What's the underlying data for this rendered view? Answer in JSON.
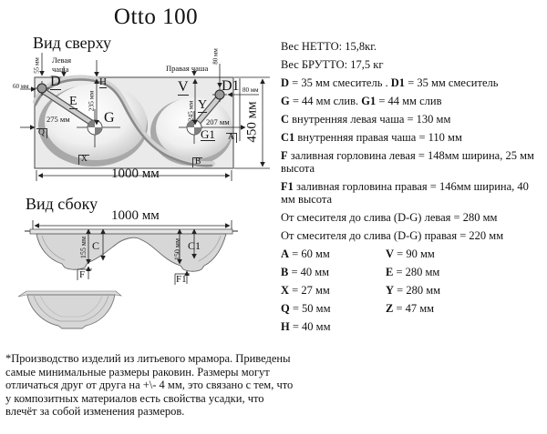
{
  "title": "Otto 100",
  "top_view": {
    "heading": "Вид сверху",
    "labels": {
      "left_bowl": "Левая чаша",
      "right_bowl": "Правая чаша",
      "d55": "55 мм",
      "d60": "60 мм",
      "d80_top": "80 мм",
      "d80_right": "80 мм",
      "d235": "235 мм",
      "d275": "275 мм",
      "d245": "245 мм",
      "d207": "207 мм",
      "width": "1000 мм",
      "height": "450 мм",
      "D": "D",
      "H": "H",
      "E": "E",
      "G": "G",
      "Q": "Q",
      "X": "X",
      "V": "V",
      "Y": "Y",
      "G1": "G1",
      "D1": "D1",
      "A": "A",
      "B": "B"
    }
  },
  "side_view": {
    "heading": "Вид сбоку",
    "labels": {
      "width": "1000 мм",
      "d155": "155 мм",
      "d150": "150 мм",
      "C": "C",
      "C1": "C1",
      "F": "F",
      "F1": "F1"
    }
  },
  "specs": {
    "lines": [
      [
        {
          "t": "Вес НЕТТО: 15,8кг.",
          "b": false
        }
      ],
      [
        {
          "t": "Вес БРУТТО: 17,5 кг",
          "b": false
        }
      ],
      [
        {
          "t": "D",
          "b": true
        },
        {
          "t": " = 35 мм смеситель . ",
          "b": false
        },
        {
          "t": "D1",
          "b": true
        },
        {
          "t": " = 35 мм смеситель",
          "b": false
        }
      ],
      [
        {
          "t": "G",
          "b": true
        },
        {
          "t": " = 44 мм слив. ",
          "b": false
        },
        {
          "t": "G1",
          "b": true
        },
        {
          "t": " = 44 мм слив",
          "b": false
        }
      ],
      [
        {
          "t": "C",
          "b": true
        },
        {
          "t": " внутренняя левая чаша = 130 мм",
          "b": false
        }
      ],
      [
        {
          "t": "C1",
          "b": true
        },
        {
          "t": " внутренняя правая чаша = 110 мм",
          "b": false
        }
      ],
      [
        {
          "t": "F",
          "b": true
        },
        {
          "t": " заливная горловина левая = 148мм ширина, 25 мм высота",
          "b": false
        }
      ],
      [
        {
          "t": "F1",
          "b": true
        },
        {
          "t": " заливная горловина правая = 146мм ширина, 40 мм высота",
          "b": false
        }
      ],
      [
        {
          "t": "От смесителя до слива (D-G) левая = 280 мм",
          "b": false
        }
      ],
      [
        {
          "t": "От смесителя до слива (D-G) правая = 220 мм",
          "b": false
        }
      ]
    ],
    "pairs": [
      {
        "left": [
          {
            "t": "A",
            "b": true
          },
          {
            "t": " = 60 мм",
            "b": false
          }
        ],
        "right": [
          {
            "t": "V",
            "b": true
          },
          {
            "t": " = 90 мм",
            "b": false
          }
        ]
      },
      {
        "left": [
          {
            "t": "B",
            "b": true
          },
          {
            "t": " = 40 мм",
            "b": false
          }
        ],
        "right": [
          {
            "t": "E",
            "b": true
          },
          {
            "t": " = 280 мм",
            "b": false
          }
        ]
      },
      {
        "left": [
          {
            "t": "X",
            "b": true
          },
          {
            "t": " = 27 мм",
            "b": false
          }
        ],
        "right": [
          {
            "t": "Y",
            "b": true
          },
          {
            "t": " = 280 мм",
            "b": false
          }
        ]
      },
      {
        "left": [
          {
            "t": "Q",
            "b": true
          },
          {
            "t": " = 50 мм",
            "b": false
          }
        ],
        "right": [
          {
            "t": "Z",
            "b": true
          },
          {
            "t": " = 47 мм",
            "b": false
          }
        ]
      },
      {
        "left": [
          {
            "t": "H",
            "b": true
          },
          {
            "t": " = 40 мм",
            "b": false
          }
        ],
        "right": []
      }
    ]
  },
  "footnote": "*Производство изделий из литьевого мрамора. Приведены самые минимальные размеры раковин. Размеры могут отличаться друг от друга на +\\- 4 мм, это связано с тем, что у композитных материалов есть свойства усадки, что влечёт за собой изменения размеров."
}
